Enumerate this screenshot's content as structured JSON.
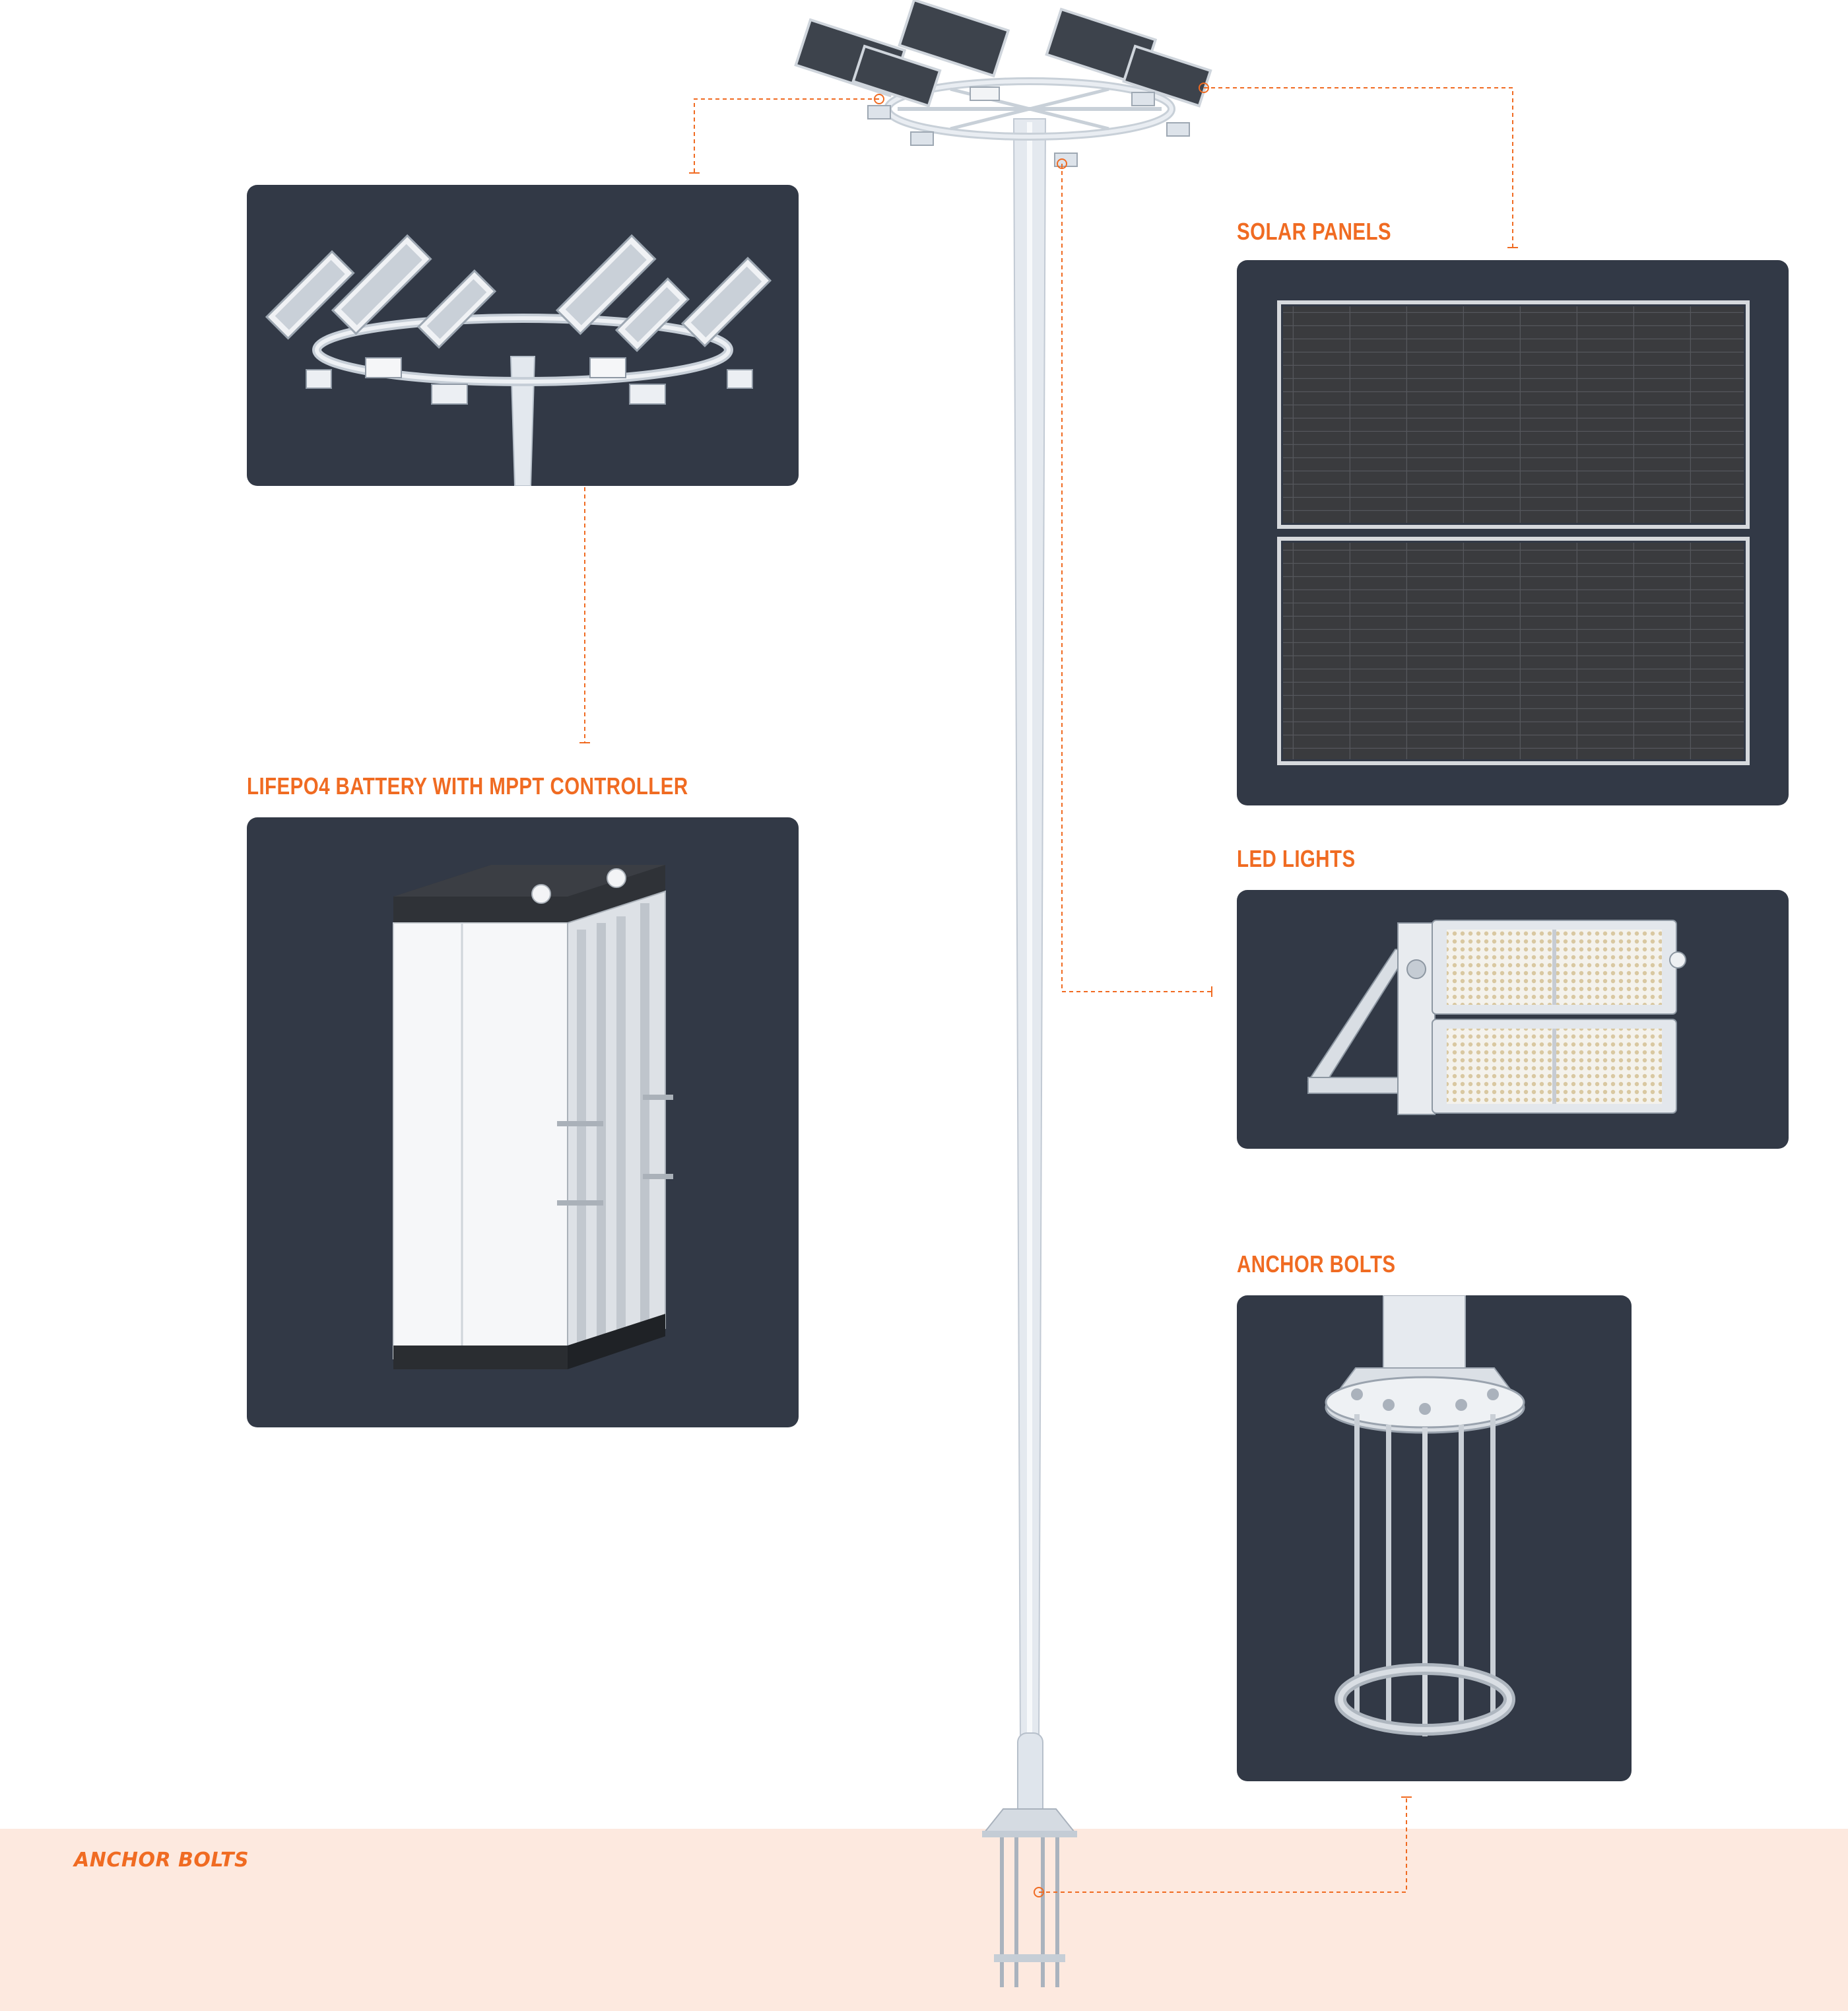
{
  "labels": {
    "solar_panels": "SOLAR PANELS",
    "battery": "LIFEPO4 BATTERY WITH MPPT CONTROLLER",
    "led_lights": "LED LIGHTS",
    "anchor_bolts_card": "ANCHOR BOLTS",
    "anchor_bolts_ground": "ANCHOR BOLTS"
  },
  "colors": {
    "accent": "#f06b22",
    "card_bg": "#323946",
    "ground": "#fde9df",
    "pole": "#e4e9ef"
  }
}
